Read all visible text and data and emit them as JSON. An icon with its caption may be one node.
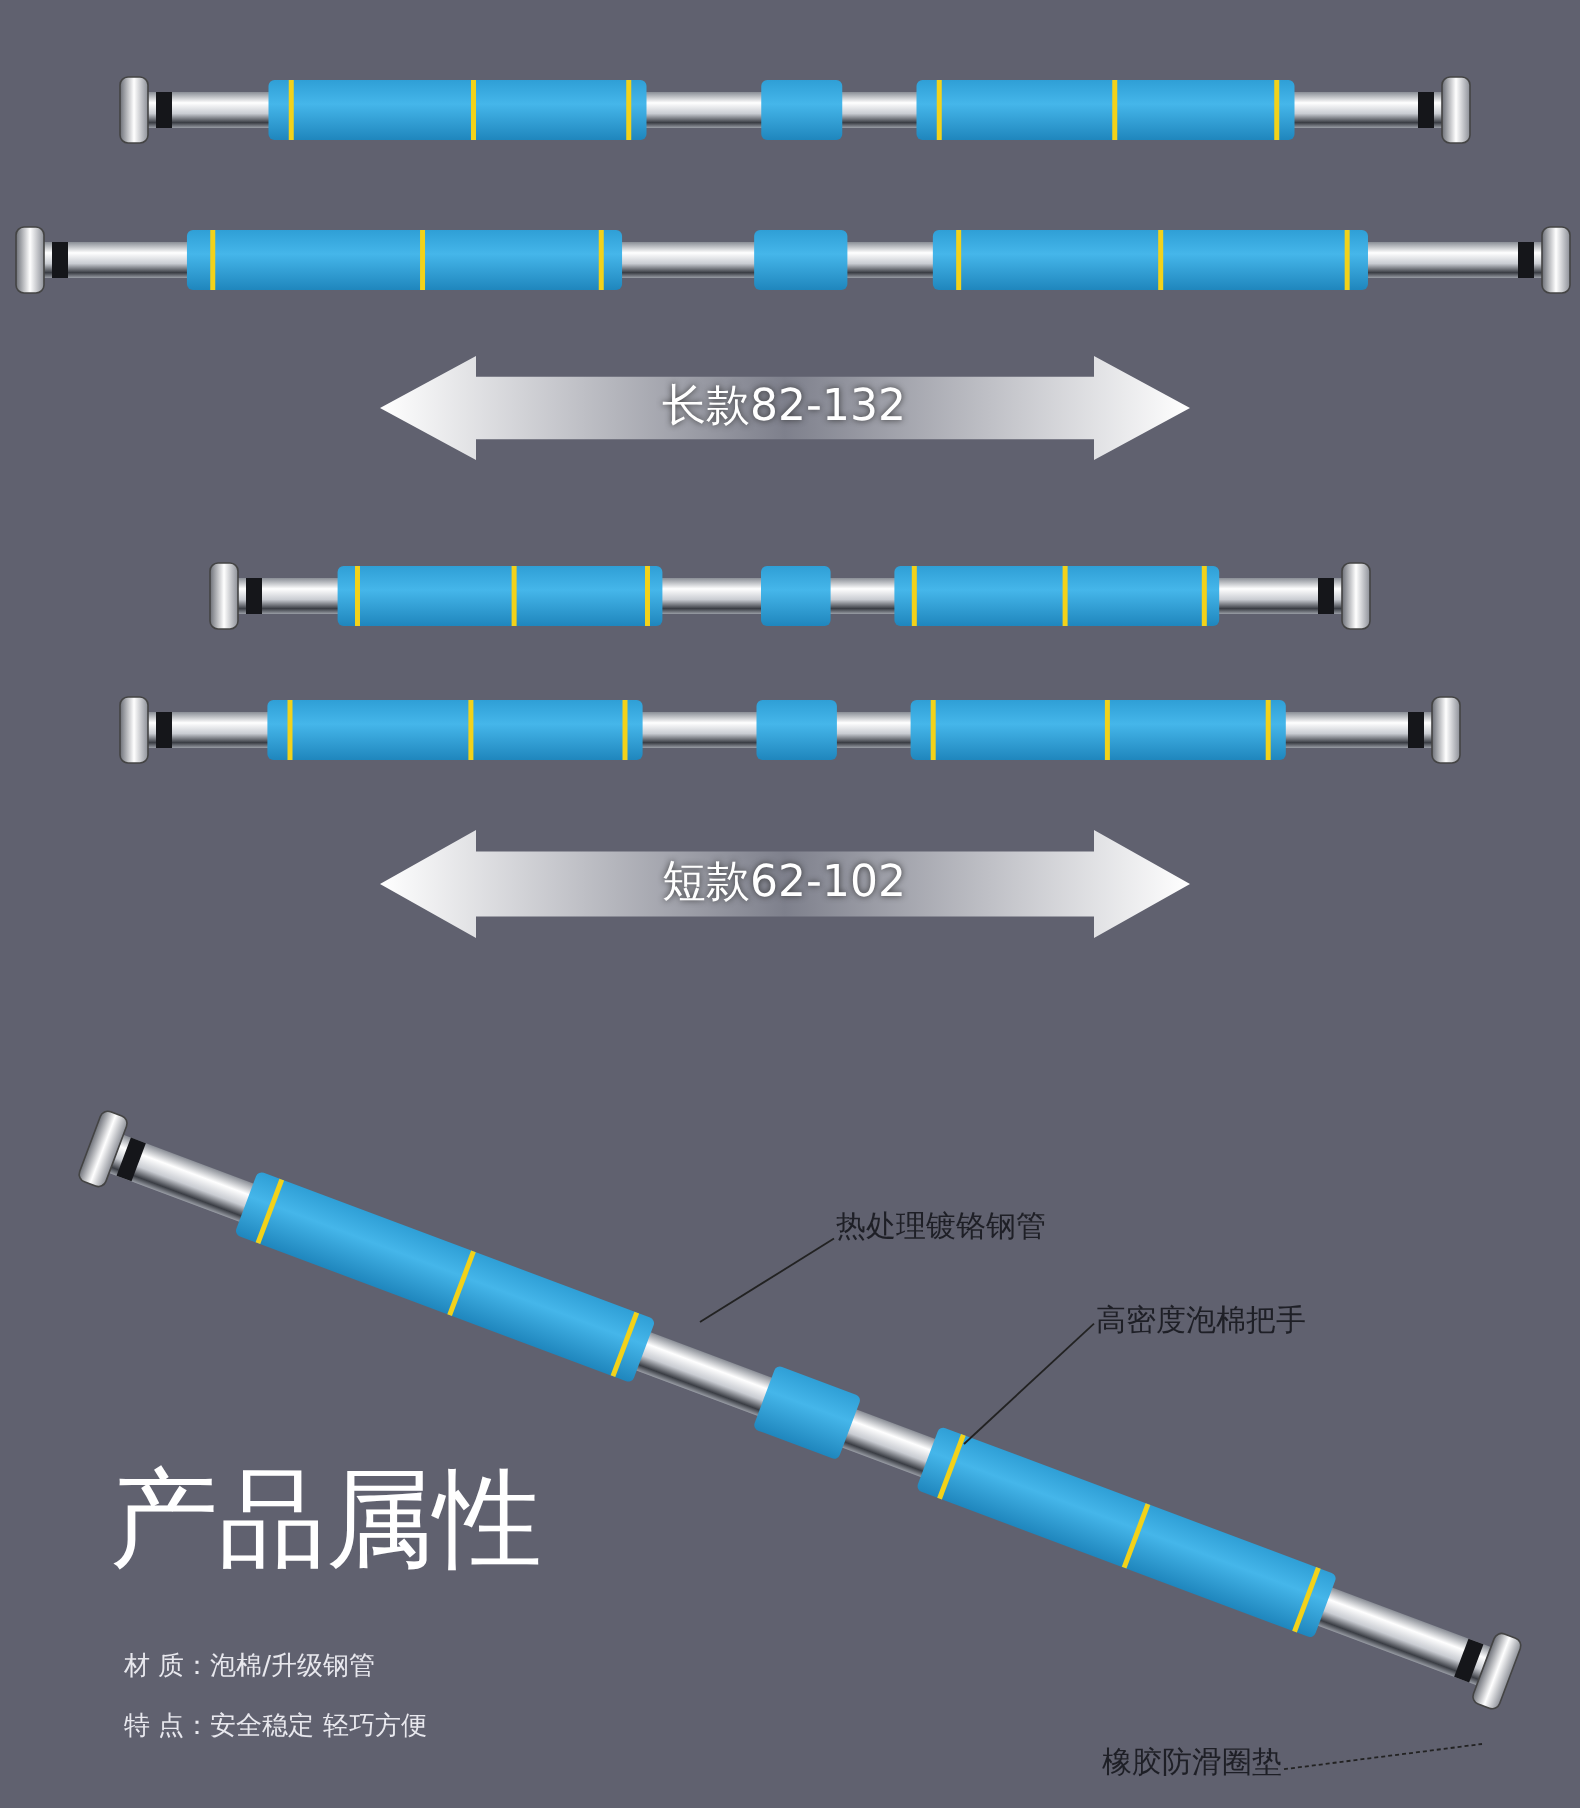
{
  "diagram": {
    "nodes": [
      {
        "text": [
          "热处理镀铬钢管"
        ]
      },
      {
        "text": [
          "高密度泡棉把手"
        ]
      },
      {
        "text": [
          "橡胶防滑圈垫"
        ]
      }
    ],
    "edges": [
      {
        "from": 0,
        "to": null,
        "arrow": "none"
      },
      {
        "from": 1,
        "to": null,
        "arrow": "none"
      },
      {
        "from": 2,
        "to": null,
        "arrow": "none",
        "style": "dashed"
      }
    ],
    "labels": [
      "长款82-132",
      "短款62-102",
      "产品属性",
      "材 质：泡棉/升级钢管",
      "特 点：安全稳定 轻巧方便"
    ]
  }
}
